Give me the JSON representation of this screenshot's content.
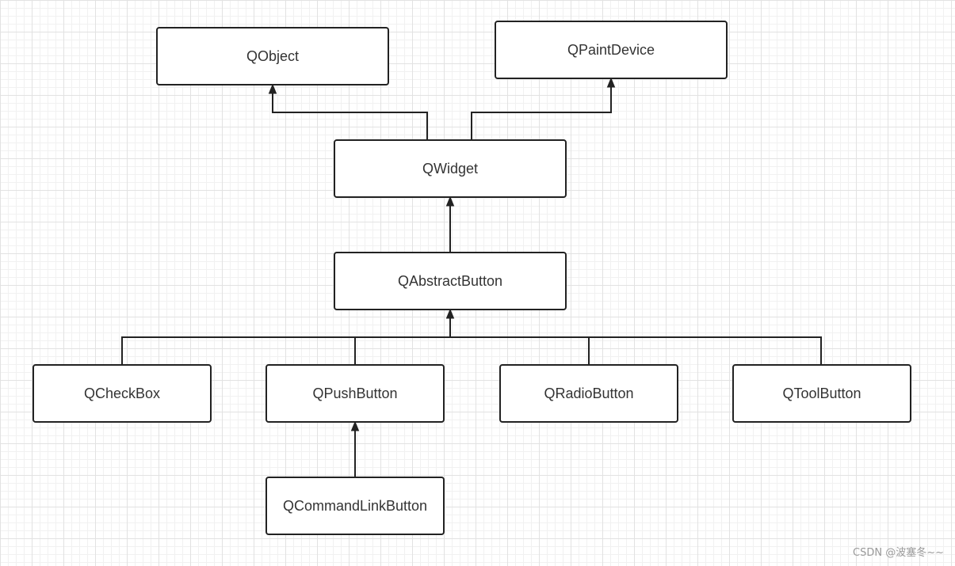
{
  "diagram": {
    "nodes": [
      {
        "id": "qobject",
        "label": "QObject"
      },
      {
        "id": "qpaintdevice",
        "label": "QPaintDevice"
      },
      {
        "id": "qwidget",
        "label": "QWidget"
      },
      {
        "id": "qabstractbutton",
        "label": "QAbstractButton"
      },
      {
        "id": "qcheckbox",
        "label": "QCheckBox"
      },
      {
        "id": "qpushbutton",
        "label": "QPushButton"
      },
      {
        "id": "qradiobutton",
        "label": "QRadioButton"
      },
      {
        "id": "qtoolbutton",
        "label": "QToolButton"
      },
      {
        "id": "qcommandlinkbutton",
        "label": "QCommandLinkButton"
      }
    ],
    "edges": [
      {
        "from": "qwidget",
        "to": "qobject"
      },
      {
        "from": "qwidget",
        "to": "qpaintdevice"
      },
      {
        "from": "qabstractbutton",
        "to": "qwidget"
      },
      {
        "from": "qcheckbox",
        "to": "qabstractbutton"
      },
      {
        "from": "qpushbutton",
        "to": "qabstractbutton"
      },
      {
        "from": "qradiobutton",
        "to": "qabstractbutton"
      },
      {
        "from": "qtoolbutton",
        "to": "qabstractbutton"
      },
      {
        "from": "qcommandlinkbutton",
        "to": "qpushbutton"
      }
    ]
  },
  "watermark": "CSDN @波塞冬~~"
}
